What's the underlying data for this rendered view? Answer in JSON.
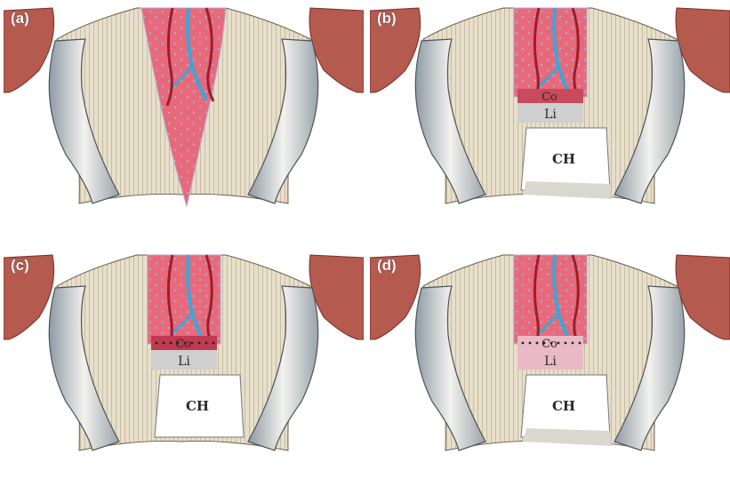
{
  "panels": [
    {
      "letter": "(a)",
      "variant": "a",
      "labels": {
        "co": "",
        "li": "",
        "ch": ""
      }
    },
    {
      "letter": "(b)",
      "variant": "b",
      "labels": {
        "co": "Co",
        "li": "Li",
        "ch": "CH"
      }
    },
    {
      "letter": "(c)",
      "variant": "c",
      "labels": {
        "co": "Co",
        "li": "Li",
        "ch": "CH"
      }
    },
    {
      "letter": "(d)",
      "variant": "d",
      "labels": {
        "co": "Co",
        "li": "Li",
        "ch": "CH"
      }
    }
  ],
  "colors": {
    "tissue": "#e8697a",
    "tissue_dark": "#c94a5c",
    "vessel_red": "#9e1d2c",
    "vessel_blue": "#3aa7d8",
    "ligament_fibres": "#e8dfcb",
    "bone": "#d9d8d0",
    "grey_band": "#cfcfcf",
    "pink_band": "#e9b9c6",
    "hole": "#ffffff"
  }
}
